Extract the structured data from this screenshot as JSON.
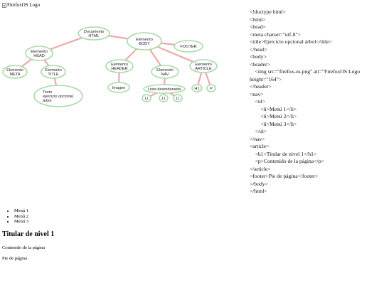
{
  "logo": {
    "alt": "FirefoxOS Logo"
  },
  "diagram": {
    "nodes": {
      "html": "Documento\nHTML",
      "head": "Elemento\nHEAD",
      "body": "Elemento\nBODY",
      "footer": "FOOTER",
      "meta": "Elemento\nMETA",
      "title": "Elemento\nTITLE",
      "text": "Texto\nejercicio opcional\nárbol",
      "header": "Elemento\nHEADER",
      "nav": "Elemento\nNAV",
      "article": "Elemento\nARTICLE",
      "imagen": "Imagen",
      "ul": "Lista desordenada",
      "li1": "LI",
      "li2": "LI",
      "li3": "LI",
      "h1": "H1",
      "p": "P"
    },
    "colors": {
      "node_border": "#a6dba6",
      "node_fill": "#ffffff",
      "edge": "#f0a8a8"
    }
  },
  "page": {
    "menu": [
      "Menú 1",
      "Menú 2",
      "Menú 3"
    ],
    "h1": "Titular de nivel 1",
    "paragraph": "Contenido de la página",
    "footer": "Pie de página"
  },
  "source_code": [
    "<!doctype html>",
    "<html>",
    "<head>",
    "<meta charset=\"utf-8\">",
    "<title>Ejercicio opcional árbol</title>",
    "</head>",
    "<body>",
    "<header>",
    "    <img src=\"firefox-os.png\" alt=\"FirefoxOS Logo height=\"164\">",
    "</header>",
    "<nav>",
    "    <ul>",
    "        <li>Menú 1</li>",
    "        <li>Menú 2</li>",
    "        <li>Menú 3</li>",
    "    </ul>",
    "</nav>",
    "<article>",
    "    <h1>Titular de nivel 1</h1>",
    "    <p>Contenido de la página</p>",
    "</article>",
    "<footer>Pie de página</footer>",
    "</body>",
    "</html>"
  ]
}
